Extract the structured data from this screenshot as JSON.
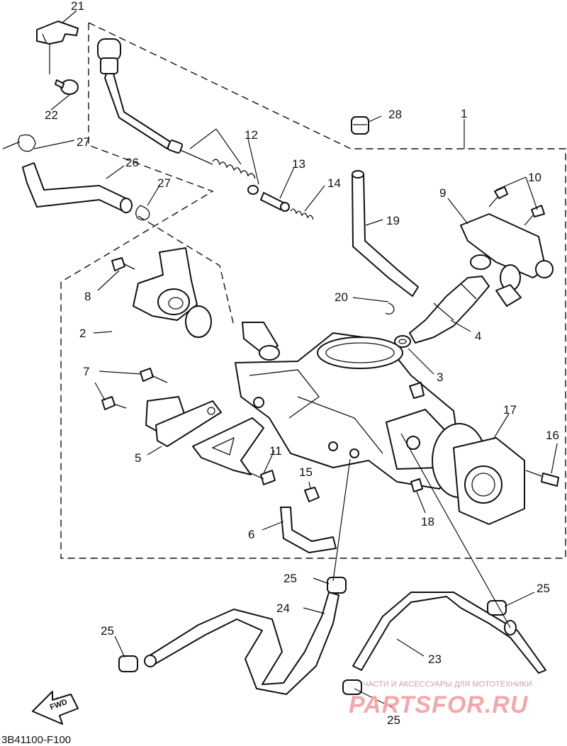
{
  "diagram_code": "3B41100-F100",
  "fwd_label": "FWD",
  "watermark": {
    "tagline": "ЧАСТИ И АКСЕССУАРЫ ДЛЯ МОТОТЕХНИКИ",
    "logo": "PARTSFOR.RU"
  },
  "callouts": {
    "c1": "1",
    "c2": "2",
    "c3": "3",
    "c4": "4",
    "c5": "5",
    "c6": "6",
    "c7": "7",
    "c8": "8",
    "c9": "9",
    "c10": "10",
    "c11": "11",
    "c12": "12",
    "c13": "13",
    "c14": "14",
    "c15": "15",
    "c16": "16",
    "c17": "17",
    "c18": "18",
    "c19": "19",
    "c20": "20",
    "c21": "21",
    "c22": "22",
    "c23": "23",
    "c24": "24",
    "c25a": "25",
    "c25b": "25",
    "c25c": "25",
    "c25d": "25",
    "c26": "26",
    "c27a": "27",
    "c27b": "27",
    "c28": "28"
  }
}
